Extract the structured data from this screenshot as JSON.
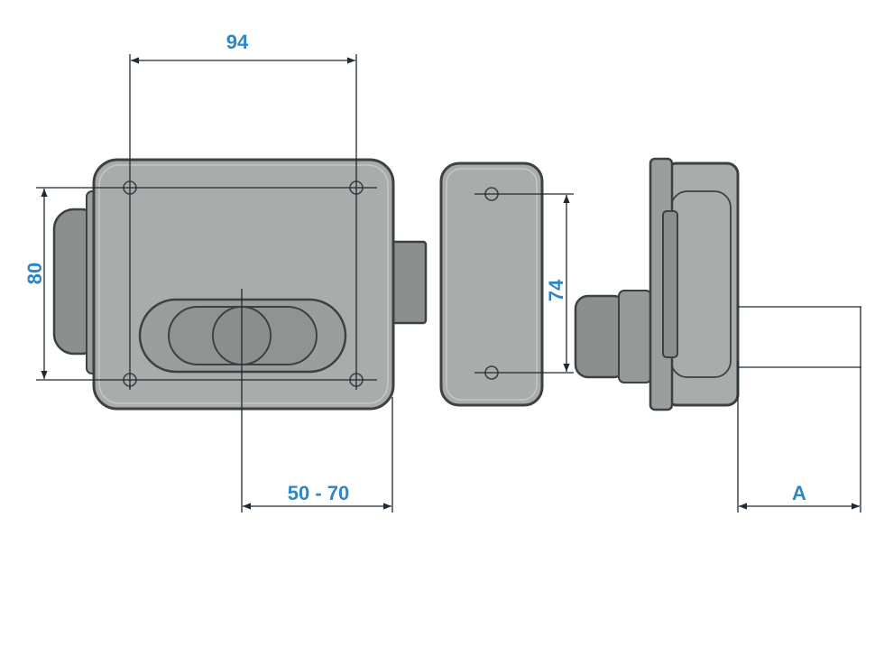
{
  "dimensions": {
    "width_94": "94",
    "height_80": "80",
    "height_74": "74",
    "backset": "50 - 70",
    "depth": "A"
  },
  "colors": {
    "dimension_text": "#2f86c4",
    "dimension_line": "#1f2a33",
    "body_fill": "#a9acab",
    "body_outline": "#3c4142",
    "dark_grey": "#8b8f8e",
    "background": "#ffffff"
  }
}
